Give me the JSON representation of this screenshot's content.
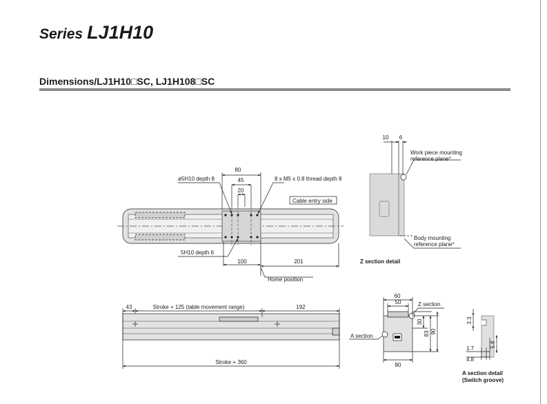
{
  "header": {
    "series_prefix": "Series",
    "series_model": "LJ1H10"
  },
  "section": {
    "heading": "Dimensions/LJ1H10□SC, LJ1H108□SC"
  },
  "top_view": {
    "dim_80": "80",
    "dim_45": "45",
    "dim_20": "20",
    "label_pin_hole": "ø5H10 depth 8",
    "label_thread": "8 x M5 x 0.8 thread depth 8",
    "label_cable_entry": "Cable entry side",
    "label_bottom_hole": "5H10 depth 6",
    "dim_100": "100",
    "dim_201": "201",
    "label_home": "Home position"
  },
  "z_detail": {
    "dim_10": "10",
    "dim_6": "6",
    "label_work_piece_1": "Work piece mounting",
    "label_work_piece_2": "reference plane*",
    "label_body_1": "Body mounting",
    "label_body_2": "reference plane*",
    "caption": "Z section detail"
  },
  "side_view": {
    "dim_43": "43",
    "label_stroke_range": "Stroke + 125 (table movement range)",
    "dim_192": "192",
    "label_stroke_total": "Stroke + 360"
  },
  "end_view": {
    "dim_60": "60",
    "dim_50": "50",
    "label_z_section": "Z section",
    "dim_30": "30",
    "dim_83": "83",
    "dim_90": "90",
    "label_a_section": "A section",
    "dim_80": "80"
  },
  "a_detail": {
    "dim_3_3": "3.3",
    "dim_1_7": "1.7",
    "dim_4_8": "4.8",
    "dim_5_8": "5.8",
    "caption_1": "A section detail",
    "caption_2": "(Switch groove)"
  }
}
